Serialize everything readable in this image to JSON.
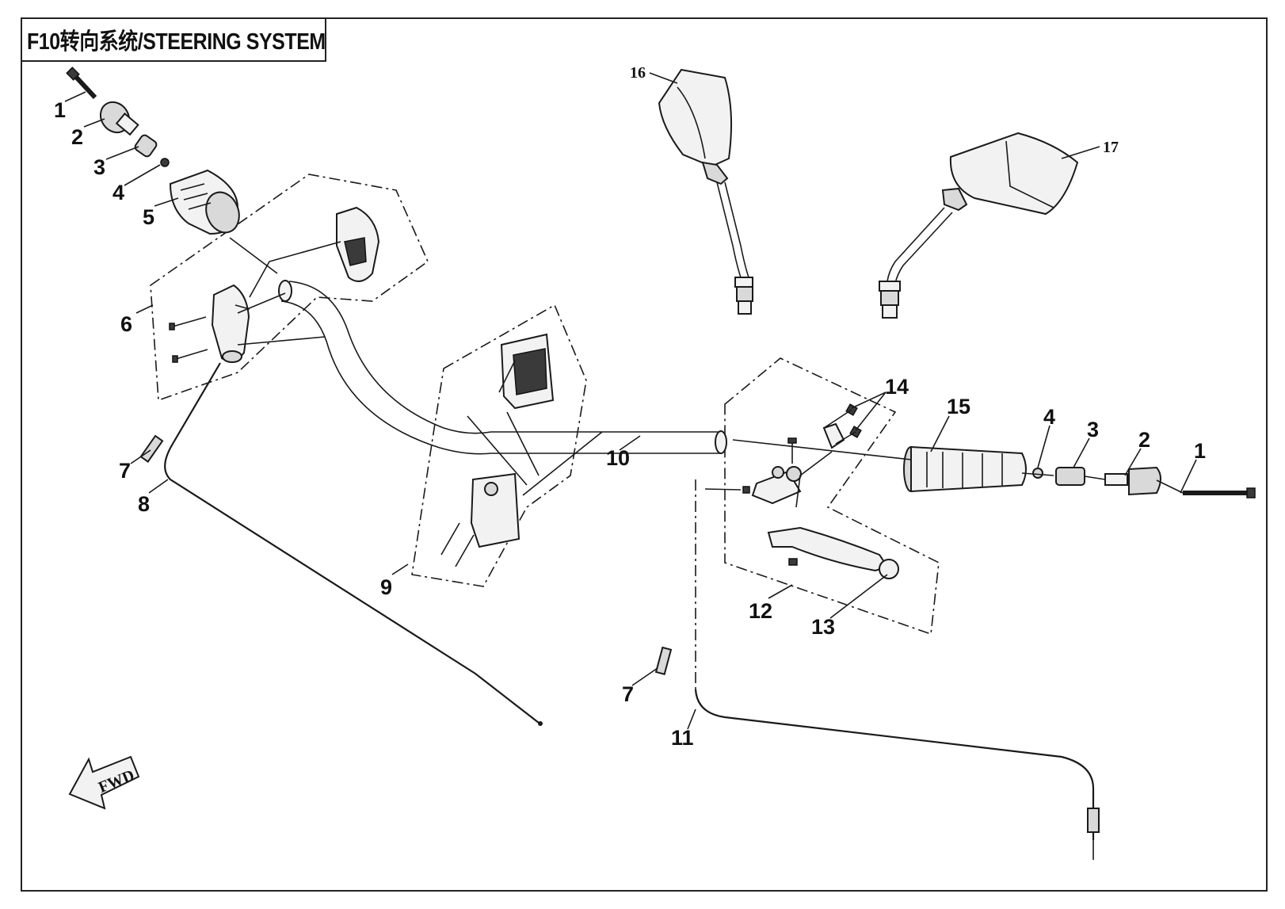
{
  "title": "F10转向系统/STEERING SYSTEM",
  "fwd_label": "FWD",
  "callouts": {
    "c1_left": "1",
    "c2_left": "2",
    "c3_left": "3",
    "c4_left": "4",
    "c5": "5",
    "c6": "6",
    "c7_left": "7",
    "c8": "8",
    "c9": "9",
    "c10": "10",
    "c11": "11",
    "c12": "12",
    "c13": "13",
    "c14": "14",
    "c15": "15",
    "c16": "16",
    "c17": "17",
    "c1_right": "1",
    "c2_right": "2",
    "c3_right": "3",
    "c4_right": "4",
    "c7_right": "7"
  }
}
